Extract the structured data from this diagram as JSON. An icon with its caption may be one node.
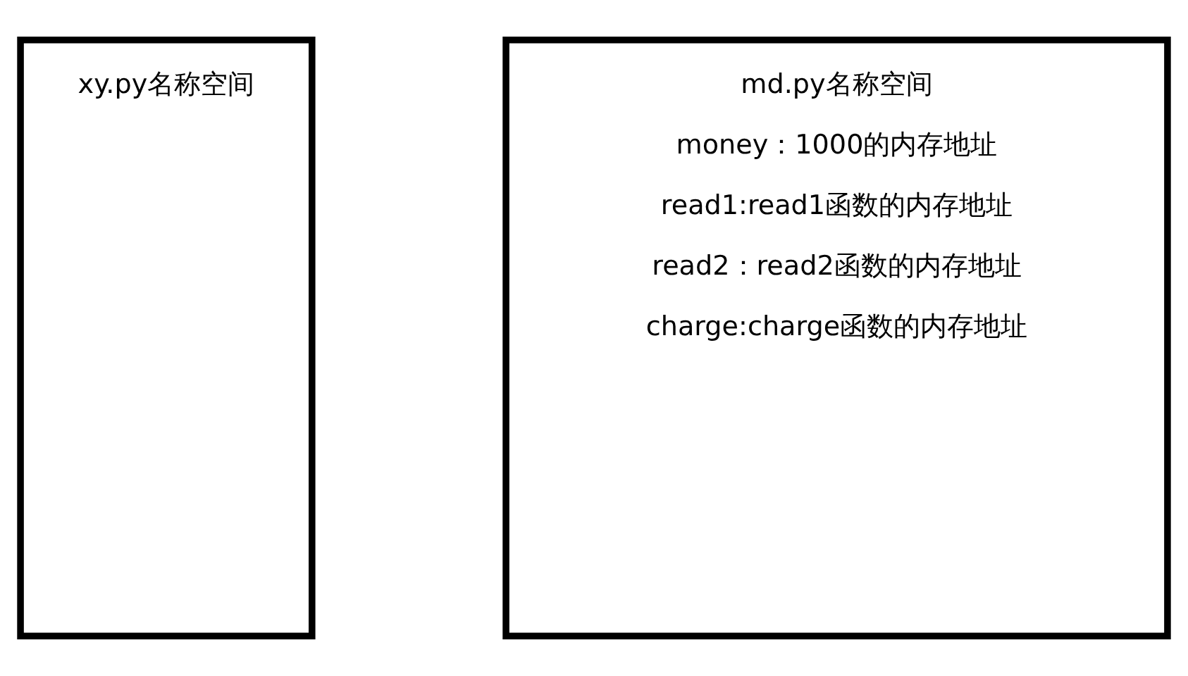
{
  "diagram": {
    "nodes": [
      {
        "text": [
          "xy.py名称空间"
        ]
      },
      {
        "text": [
          "md.py名称空间",
          "money：1000的内存地址",
          "read1:read1函数的内存地址",
          "read2：read2函数的内存地址",
          "charge:charge函数的内存地址"
        ]
      }
    ]
  }
}
